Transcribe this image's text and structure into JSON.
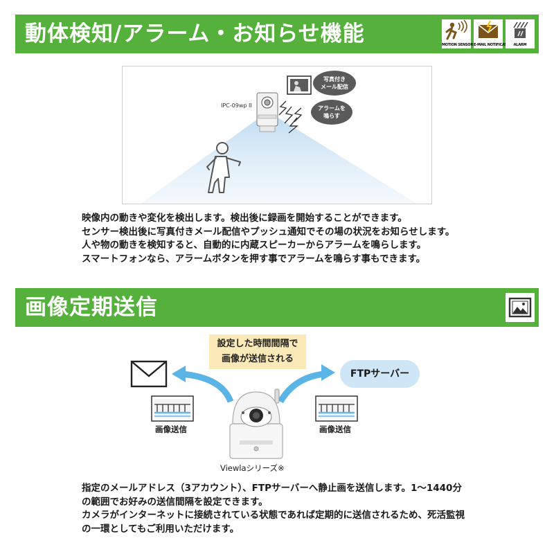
{
  "section1": {
    "title": "動体検知/アラーム・お知らせ機能",
    "badges": [
      {
        "icon": "motion-sensor-icon",
        "label": "MOTION SENSOR"
      },
      {
        "icon": "email-notification-icon",
        "label": "E-MAIL NOTIFICATION"
      },
      {
        "icon": "alarm-icon",
        "label": "ALARM"
      }
    ],
    "camera_model": "IPC-09wp II",
    "bubble_email": [
      "写真付き",
      "メール配信"
    ],
    "bubble_alarm": [
      "アラームを",
      "鳴らす"
    ],
    "description": [
      "映像内の動きや変化を検出します。検出後に録画を開始することができます。",
      "センサー検出後に写真付きメール配信やプッシュ通知でその場の状況をお知らせします。",
      "人や物の動きを検知すると、自動的に内蔵スピーカーからアラームを鳴らします。",
      "スマートフォンなら、アラームボタンを押す事でアラームを鳴らす事もできます。"
    ]
  },
  "section2": {
    "title": "画像定期送信",
    "badge_icon": "image-icon",
    "note": [
      "設定した時間間隔で",
      "画像が送信される"
    ],
    "ftp_label": "FTPサーバー",
    "send_label_left": "画像送信",
    "send_label_right": "画像送信",
    "camera_label": "Viewlaシリーズ※",
    "description": [
      "指定のメールアドレス（3アカウント）、FTPサーバーへ静止画を送信します。1～1440分",
      "の範囲でお好みの送信間隔を設定できます。",
      "カメラがインターネットに接続されている状態であれば定期的に送信されるため、死活監視",
      "の一環としてもご利用いただけます。"
    ]
  },
  "colors": {
    "banner": "#55b13b",
    "note_bg": "#fbe9b8",
    "pill_bg": "#cfe6f7",
    "arrow": "#5ab4e5"
  }
}
